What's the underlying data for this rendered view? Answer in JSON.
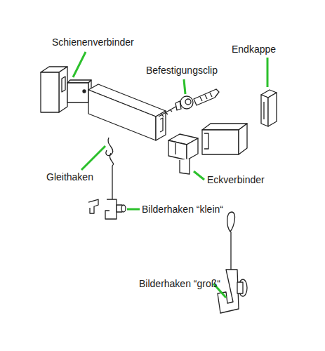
{
  "diagram": {
    "labels": [
      "Schienenverbinder",
      "Endkappe",
      "Befestigungsclip",
      "Gleithaken",
      "Eckverbinder",
      "Bilderhaken “klein“",
      "Bilderhaken “groß“"
    ]
  }
}
